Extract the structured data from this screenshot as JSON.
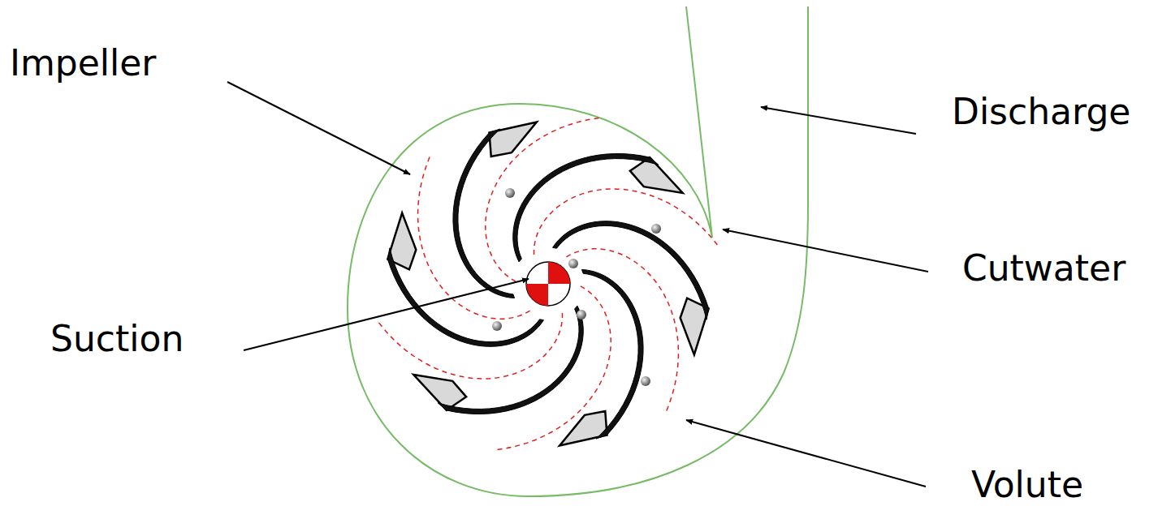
{
  "diagram": {
    "labels": [
      "Impeller",
      "Discharge",
      "Cutwater",
      "Suction",
      "Volute"
    ]
  }
}
